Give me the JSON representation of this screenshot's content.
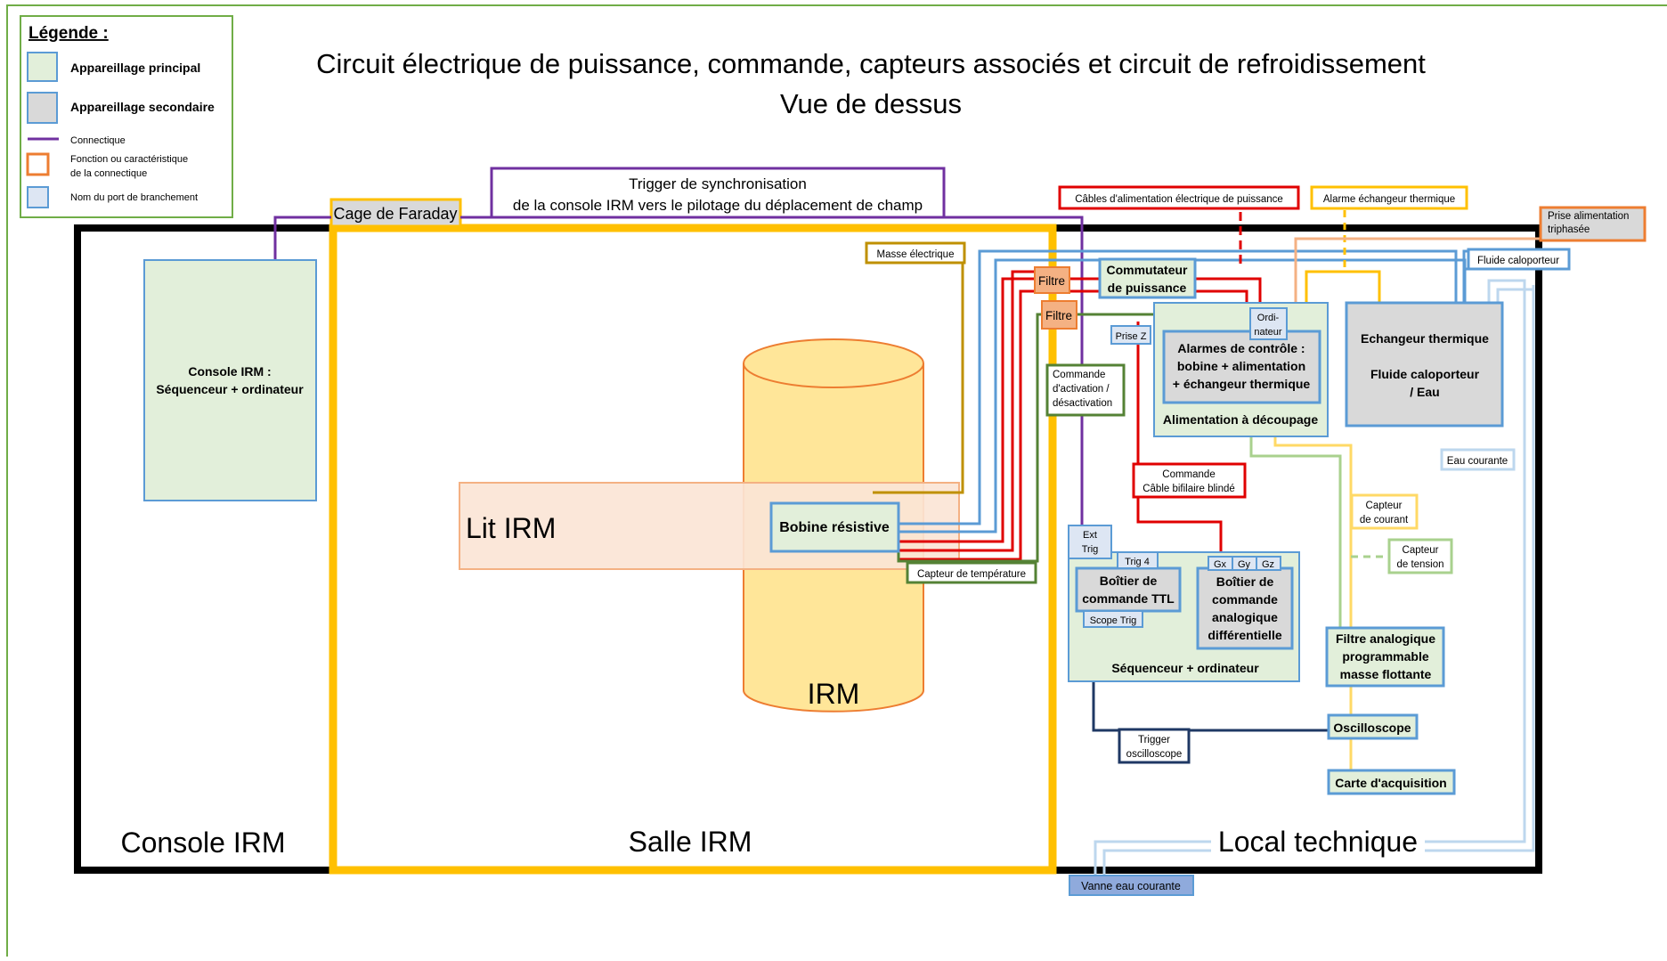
{
  "title": {
    "line1": "Circuit électrique de puissance, commande, capteurs associés et circuit de refroidissement",
    "line2": "Vue de dessus"
  },
  "legend": {
    "heading": "Légende :",
    "main_equipment": "Appareillage principal",
    "secondary_equipment": "Appareillage secondaire",
    "connectics": "Connectique",
    "function_line1": "Fonction ou caractéristique",
    "function_line2": "de la connectique",
    "port_name": "Nom du port de branchement"
  },
  "colors": {
    "main_fill": "#e2efda",
    "main_border": "#5b9bd5",
    "secondary_fill": "#d9d9d9",
    "port_fill": "#dde6f3",
    "faraday": "#ffc000",
    "room_border": "#000000",
    "connectique": "#7030a0",
    "power": "#e00000",
    "ground": "#bf9000",
    "command_green": "#548235",
    "sensor_green_light": "#a9d18e",
    "alarm_yellow": "#ffc000",
    "coolant_blue": "#5b9bd5",
    "water_light_blue": "#bdd7ee",
    "trigger_navy": "#1f3864",
    "filter_orange": "#f4b183",
    "function_border": "#ed7d31",
    "bed_fill": "#fbe5d6",
    "bed_border": "#f4b183",
    "irm_fill": "#ffe699",
    "irm_border": "#ed7d31"
  },
  "rooms": {
    "console": "Console IRM",
    "salle": "Salle IRM",
    "local": "Local technique",
    "faraday": "Cage de Faraday"
  },
  "labels": {
    "trigger_sync_line1": "Trigger de synchronisation",
    "trigger_sync_line2": "de la console IRM vers le pilotage du déplacement de champ",
    "power_cables": "Câbles d'alimentation électrique de puissance",
    "alarm_exchanger": "Alarme échangeur thermique",
    "power_supply_line1": "Prise alimentation",
    "power_supply_line2": "triphasée",
    "coolant_fluid": "Fluide caloporteur",
    "electric_ground": "Masse électrique",
    "activation_line1": "Commande",
    "activation_line2": "d'activation /",
    "activation_line3": "désactivation",
    "command_cable_line1": "Commande",
    "command_cable_line2": "Câble bifilaire blindé",
    "temp_sensor": "Capteur de température",
    "current_sensor_line1": "Capteur",
    "current_sensor_line2": "de courant",
    "voltage_sensor_line1": "Capteur",
    "voltage_sensor_line2": "de tension",
    "tap_water": "Eau courante",
    "trigger_osc_line1": "Trigger",
    "trigger_osc_line2": "oscilloscope"
  },
  "equipment": {
    "console_line1": "Console IRM :",
    "console_line2": "Séquenceur + ordinateur",
    "bed": "Lit IRM",
    "irm": "IRM",
    "coil": "Bobine résistive",
    "filter1": "Filtre",
    "filter2": "Filtre",
    "switch_line1": "Commutateur",
    "switch_line2": "de puissance",
    "alarms_line1": "Alarmes de contrôle :",
    "alarms_line2": "bobine + alimentation",
    "alarms_line3": "+ échangeur thermique",
    "switching_supply": "Alimentation à découpage",
    "exchanger_line1": "Echangeur thermique",
    "exchanger_line2": "Fluide caloporteur",
    "exchanger_line3": "/ Eau",
    "ttl_line1": "Boîtier de",
    "ttl_line2": "commande TTL",
    "analog_line1": "Boîtier de",
    "analog_line2": "commande",
    "analog_line3": "analogique",
    "analog_line4": "différentielle",
    "sequencer": "Séquenceur + ordinateur",
    "filter_analog_line1": "Filtre analogique",
    "filter_analog_line2": "programmable",
    "filter_analog_line3": "masse flottante",
    "oscilloscope": "Oscilloscope",
    "acquisition": "Carte d'acquisition",
    "valve": "Vanne eau courante"
  },
  "ports": {
    "prise_z": "Prise Z",
    "computer_line1": "Ordi-",
    "computer_line2": "nateur",
    "ext_trig_line1": "Ext",
    "ext_trig_line2": "Trig",
    "trig4": "Trig 4",
    "gx": "Gx",
    "gy": "Gy",
    "gz": "Gz",
    "scope_trig": "Scope Trig"
  }
}
